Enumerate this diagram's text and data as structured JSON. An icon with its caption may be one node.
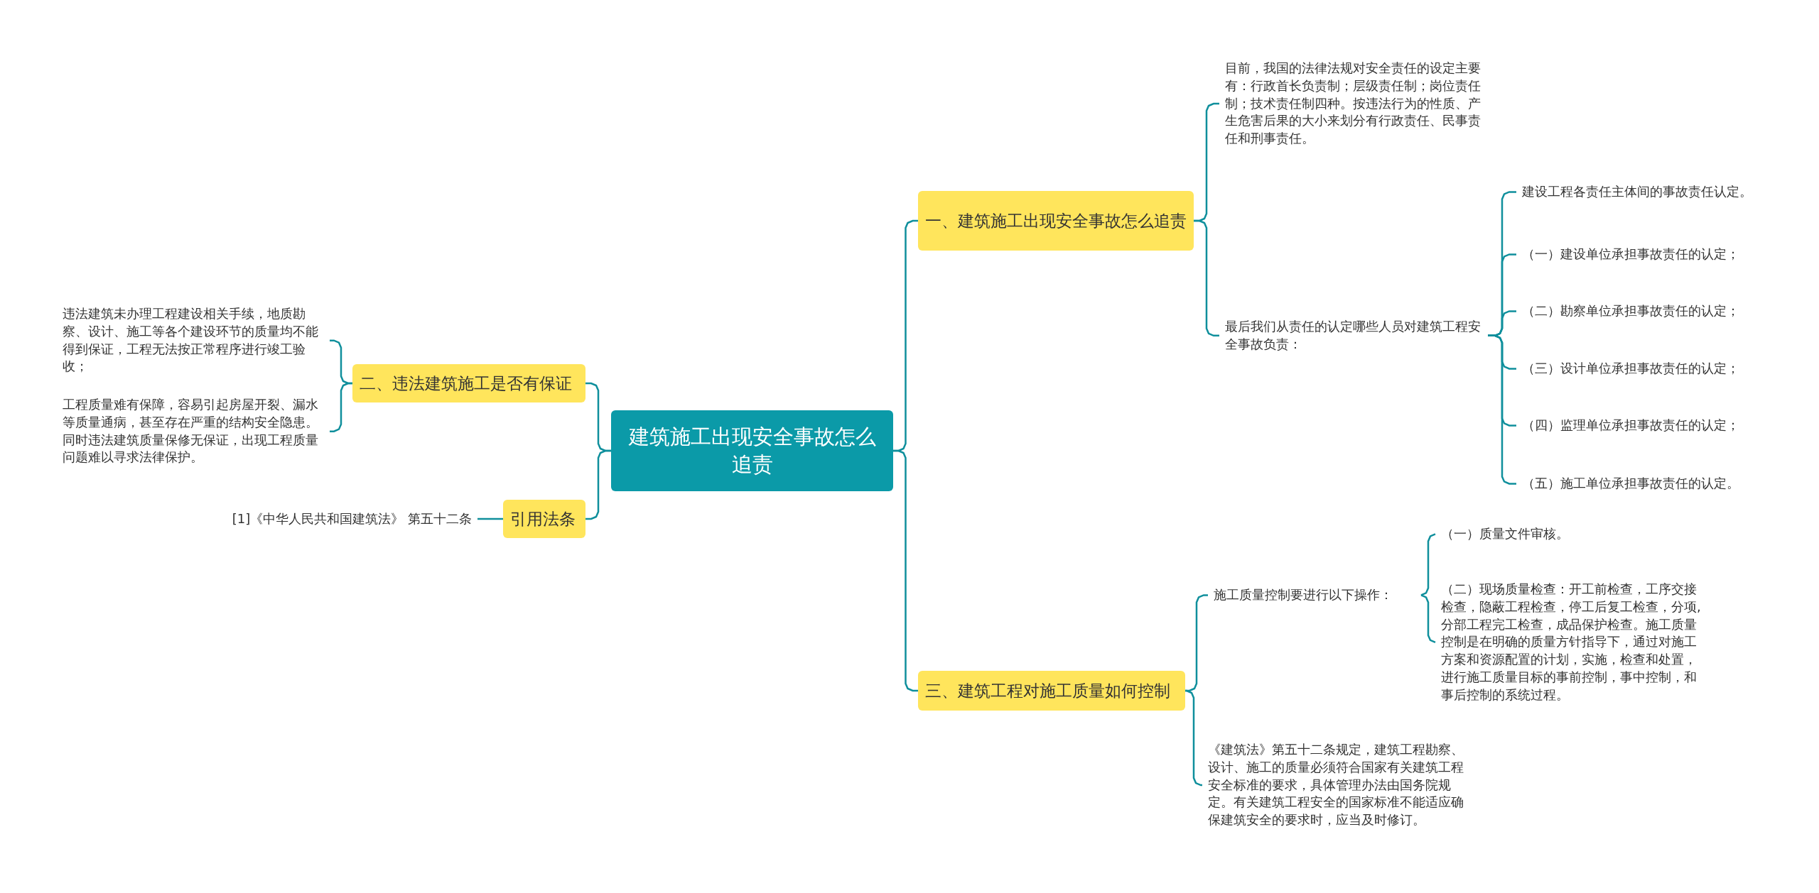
{
  "diagram": {
    "nodes": [
      {
        "text": [
          "建筑施工出现安全事故怎么追责"
        ]
      },
      {
        "text": [
          "一、建筑施工出现安全事故怎么追责"
        ]
      },
      {
        "text": [
          "目前，我国的法律法规对安全责任的设定主要有：行政首长负责制；层级责任制；岗位责任制；技术责任制四种。按违法行为的性质、产生危害后果的大小来划分有行政责任、民事责任和刑事责任。"
        ]
      },
      {
        "text": [
          "最后我们从责任的认定哪些人员对建筑工程安全事故负责："
        ]
      },
      {
        "text": [
          "建设工程各责任主体间的事故责任认定。"
        ]
      },
      {
        "text": [
          "（一）建设单位承担事故责任的认定；"
        ]
      },
      {
        "text": [
          "（二）勘察单位承担事故责任的认定；"
        ]
      },
      {
        "text": [
          "（三）设计单位承担事故责任的认定；"
        ]
      },
      {
        "text": [
          "（四）监理单位承担事故责任的认定；"
        ]
      },
      {
        "text": [
          "（五）施工单位承担事故责任的认定。"
        ]
      },
      {
        "text": [
          "三、建筑工程对施工质量如何控制"
        ]
      },
      {
        "text": [
          "施工质量控制要进行以下操作："
        ]
      },
      {
        "text": [
          "（一）质量文件审核。"
        ]
      },
      {
        "text": [
          "（二）现场质量检查：开工前检查，工序交接检查，隐蔽工程检查，停工后复工检查，分项,分部工程完工检查，成品保护检查。施工质量控制是在明确的质量方针指导下，通过对施工方案和资源配置的计划，实施，检查和处置，进行施工质量目标的事前控制，事中控制，和事后控制的系统过程。"
        ]
      },
      {
        "text": [
          "《建筑法》第五十二条规定，建筑工程勘察、设计、施工的质量必须符合国家有关建筑工程安全标准的要求，具体管理办法由国务院规定。有关建筑工程安全的国家标准不能适应确保建筑安全的要求时，应当及时修订。"
        ]
      },
      {
        "text": [
          "二、违法建筑施工是否有保证"
        ]
      },
      {
        "text": [
          "违法建筑未办理工程建设相关手续，地质勘察、设计、施工等各个建设环节的质量均不能得到保证，工程无法按正常程序进行竣工验收；"
        ]
      },
      {
        "text": [
          "工程质量难有保障，容易引起房屋开裂、漏水等质量通病，甚至存在严重的结构安全隐患。同时违法建筑质量保修无保证，出现工程质量问题难以寻求法律保护。"
        ]
      },
      {
        "text": [
          "引用法条"
        ]
      },
      {
        "text": [
          "[1]《中华人民共和国建筑法》 第五十二条"
        ]
      }
    ],
    "edges": [
      {
        "from": 0,
        "to": 1,
        "arrow": "none"
      },
      {
        "from": 0,
        "to": 10,
        "arrow": "none"
      },
      {
        "from": 0,
        "to": 15,
        "arrow": "none"
      },
      {
        "from": 0,
        "to": 18,
        "arrow": "none"
      },
      {
        "from": 1,
        "to": 2,
        "arrow": "none"
      },
      {
        "from": 1,
        "to": 3,
        "arrow": "none"
      },
      {
        "from": 3,
        "to": 4,
        "arrow": "none"
      },
      {
        "from": 3,
        "to": 5,
        "arrow": "none"
      },
      {
        "from": 3,
        "to": 6,
        "arrow": "none"
      },
      {
        "from": 3,
        "to": 7,
        "arrow": "none"
      },
      {
        "from": 3,
        "to": 8,
        "arrow": "none"
      },
      {
        "from": 3,
        "to": 9,
        "arrow": "none"
      },
      {
        "from": 10,
        "to": 11,
        "arrow": "none"
      },
      {
        "from": 10,
        "to": 14,
        "arrow": "none"
      },
      {
        "from": 11,
        "to": 12,
        "arrow": "none"
      },
      {
        "from": 11,
        "to": 13,
        "arrow": "none"
      },
      {
        "from": 15,
        "to": 16,
        "arrow": "none"
      },
      {
        "from": 15,
        "to": 17,
        "arrow": "none"
      },
      {
        "from": 18,
        "to": 19,
        "arrow": "none"
      }
    ]
  }
}
